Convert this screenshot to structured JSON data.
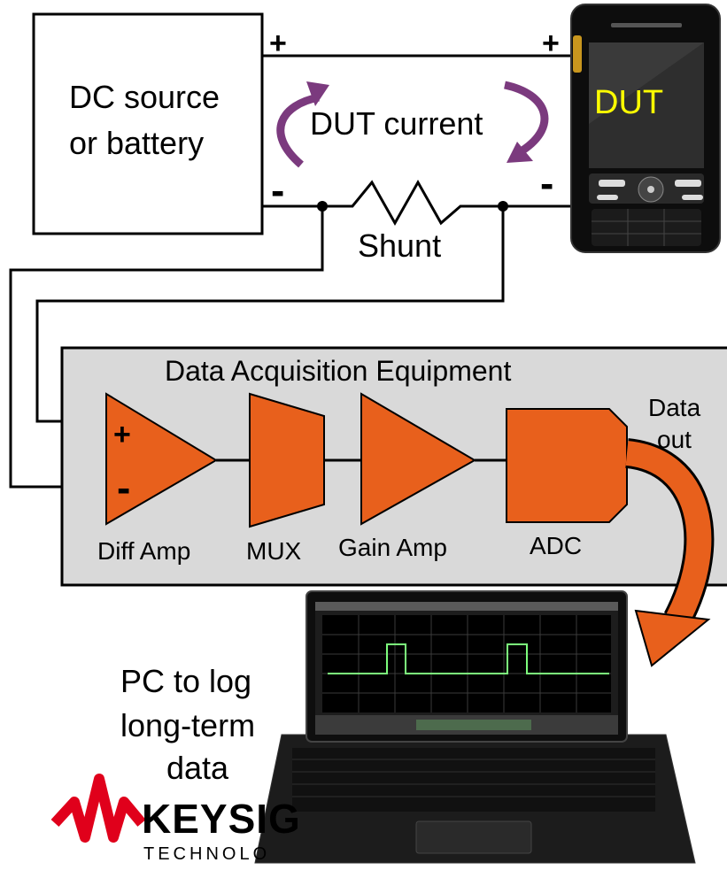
{
  "source_box": {
    "line1": "DC source",
    "line2": "or battery"
  },
  "dut_label": "DUT",
  "current_label": "DUT current",
  "shunt_label": "Shunt",
  "polarity": {
    "plus_left": "+",
    "plus_right": "+",
    "minus_left": "-",
    "minus_right": "-"
  },
  "daq": {
    "title": "Data Acquisition Equipment",
    "amp_plus": "+",
    "amp_minus": "-",
    "blocks": [
      "Diff Amp",
      "MUX",
      "Gain Amp",
      "ADC"
    ],
    "data_out": {
      "line1": "Data",
      "line2": "out"
    }
  },
  "pc_label": {
    "line1": "PC to log",
    "line2": "long-term",
    "line3": "data"
  },
  "logo": {
    "name": "KEYSIG",
    "sub": "TECHNOLO"
  },
  "colors": {
    "block_orange": "#E8601C",
    "daq_bg": "#D9D9D9",
    "arrow_purple": "#7B3A7E",
    "dut_text": "#FFFF00",
    "trace_green": "#7CFC7C"
  }
}
